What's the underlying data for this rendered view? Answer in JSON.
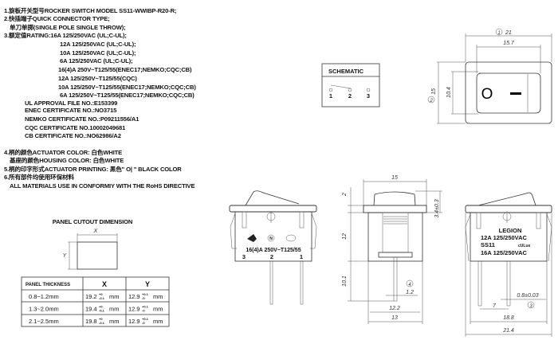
{
  "spec": {
    "lines": [
      "1.旋板开关型号ROCKER SWITCH MODEL SS11-WWIBP-R20-R;",
      "2.快插端子QUICK CONNECTOR TYPE;",
      "单刀单掷(SINGLE POLE SINGLE THROW);",
      "3.额定值RATING:16A 125/250VAC (UL;C-UL);",
      "12A 125/250VAC (UL;C-UL);",
      "10A 125/250VAC (UL;C-UL);",
      "6A  125/250VAC (UL;C-UL);",
      "16(4)A 250V~T125/55(ENEC17;NEMKO;CQC;CB)",
      "12A 125/250V~T125/55(CQC)",
      "10A 125/250V~T125/55(ENEC17;NEMKO;CQC;CB)",
      "6A  125/250V~T125/55(ENEC17;NEMKO;CQC;CB)",
      "UL APPROVAL FILE NO.:E153399",
      "ENEC CERTIFICATE NO.:NO3715",
      "NEMKO CERTIFICATE NO.:P09211556/A1",
      "CQC CERTIFICATE NO.10002049681",
      "CB CERTIFICATE NO.:NO62986/A2",
      "4.柄的颜色ACTUATOR COLOR: 白色WHITE",
      "基座的颜色HOUSING COLOR: 白色WHITE",
      "5.柄的印字形式ACTUATOR PRINTING: 黑色\" O| \" BLACK COLOR",
      "6.所有部件均使用环保材料",
      "ALL MATERIALS USE IN CONFORMIY  WITH THE RoHS DIRECTIVE"
    ]
  },
  "panel": {
    "title": "PANEL CUTOUT DIMENSION",
    "x_label": "X",
    "y_label": "Y",
    "headers": [
      "PANEL THICKNESS",
      "X",
      "Y"
    ],
    "rows": [
      {
        "thickness": "0.8~1.2mm",
        "x": "19.2",
        "x_tol_plus": "+0",
        "x_tol_minus": "-0.1",
        "y": "12.9",
        "y_tol_plus": "+0.1",
        "y_tol_minus": "-0",
        "unit": "mm"
      },
      {
        "thickness": "1.3~2.0mm",
        "x": "19.4",
        "x_tol_plus": "+0",
        "x_tol_minus": "-0.1",
        "y": "12.9",
        "y_tol_plus": "+0.1",
        "y_tol_minus": "-0",
        "unit": "mm"
      },
      {
        "thickness": "2.1~2.5mm",
        "x": "19.8",
        "x_tol_plus": "+0",
        "x_tol_minus": "-0.1",
        "y": "12.9",
        "y_tol_plus": "+0.1",
        "y_tol_minus": "-0",
        "unit": "mm"
      }
    ]
  },
  "schematic": {
    "title": "SCHEMATIC",
    "pins": [
      "1",
      "2",
      "3"
    ]
  },
  "top_view": {
    "width": "21",
    "inner_width": "15.7",
    "height": "15",
    "inner_height": "10.4",
    "mark1": "1",
    "mark2": "2",
    "on": "O",
    "off": "—"
  },
  "side_view": {
    "marking": "16(4)A 250V~T125/55",
    "pins": [
      "3",
      "2",
      "1"
    ],
    "logos": [
      "ENEC 17",
      "N",
      "CQC"
    ]
  },
  "front_view": {
    "top": "15",
    "d2": "2",
    "d12": "12",
    "d10_1": "10.1",
    "d3_4": "3.4±0.3",
    "pin": "1.2",
    "mark4": "4",
    "w12_2": "12.2",
    "w13": "13"
  },
  "rear_view": {
    "brand": "LEGION",
    "rating1": "12A 125/250VAC",
    "model": "SS11",
    "cert": "cULus",
    "rating2": "16A 125/250VAC",
    "pin_t": "0.8±0.03",
    "mark3": "3",
    "pitch": "7",
    "w18_8": "18.8",
    "w21_4": "21.4"
  }
}
